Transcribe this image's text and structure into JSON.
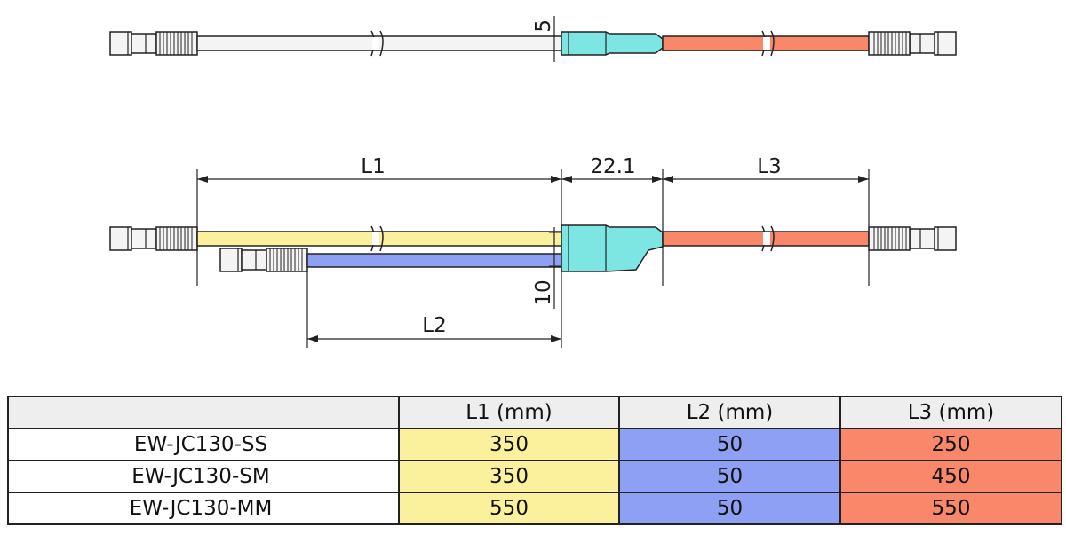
{
  "diagram": {
    "top_dimension": "5",
    "bottom_dimensions": {
      "L1": "L1",
      "middle": "22.1",
      "L3": "L3",
      "L2": "L2",
      "height": "10"
    }
  },
  "colors": {
    "yellow": "#fbf19c",
    "blue": "#8ea0f4",
    "orange": "#f98769",
    "cyan": "#7ee6e2",
    "grey_wire": "#f4f4f4"
  },
  "table": {
    "headers": [
      "",
      "L1 (mm)",
      "L2 (mm)",
      "L3 (mm)"
    ],
    "rows": [
      {
        "model": "EW-JC130-SS",
        "L1": "350",
        "L2": "50",
        "L3": "250"
      },
      {
        "model": "EW-JC130-SM",
        "L1": "350",
        "L2": "50",
        "L3": "450"
      },
      {
        "model": "EW-JC130-MM",
        "L1": "550",
        "L2": "50",
        "L3": "550"
      }
    ]
  }
}
